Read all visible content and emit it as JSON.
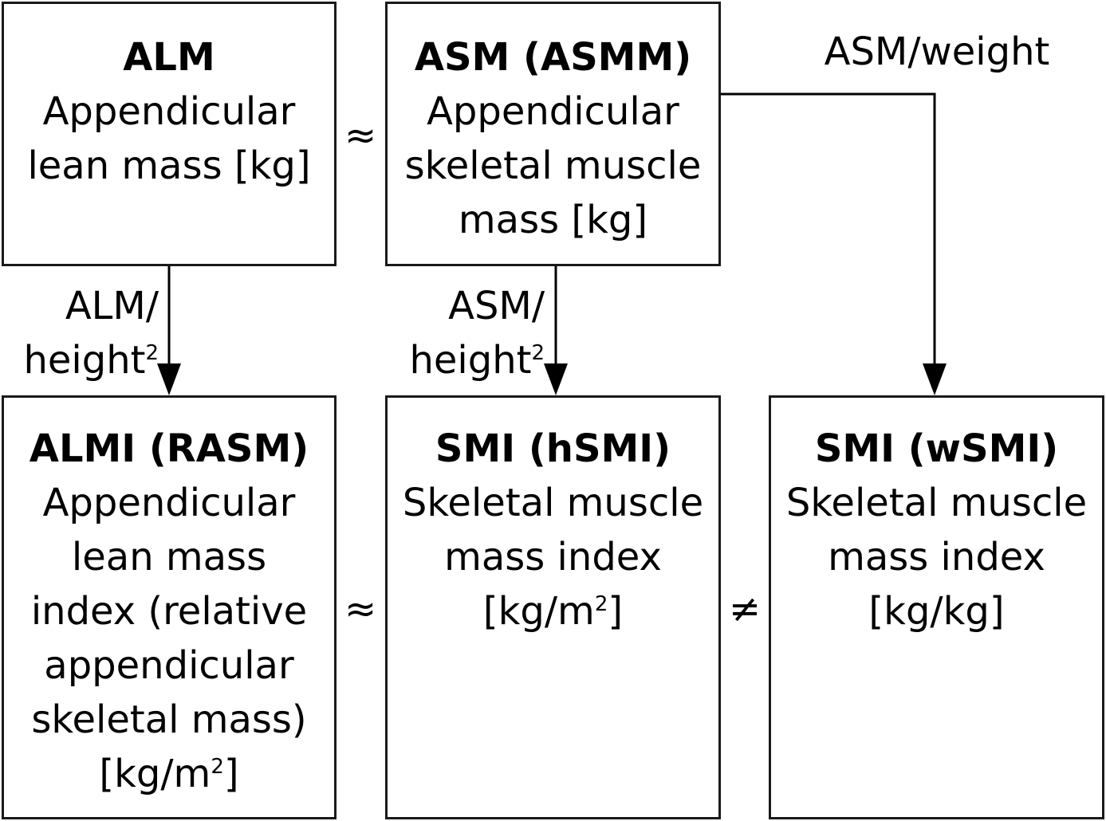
{
  "boxes": {
    "alm": {
      "title": "ALM",
      "lines": [
        "Appendicular",
        "lean mass [kg]"
      ]
    },
    "asm": {
      "title": "ASM (ASMM)",
      "lines": [
        "Appendicular",
        "skeletal muscle",
        "mass [kg]"
      ]
    },
    "almi": {
      "title": "ALMI (RASM)",
      "lines": [
        "Appendicular",
        "lean mass",
        "index (relative",
        "appendicular",
        "skeletal mass)",
        "[kg/m"
      ],
      "unit_sup": "2",
      "unit_close": "]"
    },
    "hsmi": {
      "title": "SMI (hSMI)",
      "lines": [
        "Skeletal muscle",
        "mass index",
        "[kg/m"
      ],
      "unit_sup": "2",
      "unit_close": "]"
    },
    "wsmi": {
      "title": "SMI (wSMI)",
      "lines": [
        "Skeletal muscle",
        "mass index",
        "[kg/kg]"
      ]
    }
  },
  "edge_labels": {
    "alm_to_almi": {
      "line1": "ALM/",
      "line2": "height",
      "sup": "2"
    },
    "asm_to_hsmi": {
      "line1": "ASM/",
      "line2": "height",
      "sup": "2"
    },
    "asm_to_wsmi": {
      "text": "ASM/weight"
    }
  },
  "relations": {
    "alm_asm": "≈",
    "almi_hsmi": "≈",
    "hsmi_wsmi": "≠"
  }
}
